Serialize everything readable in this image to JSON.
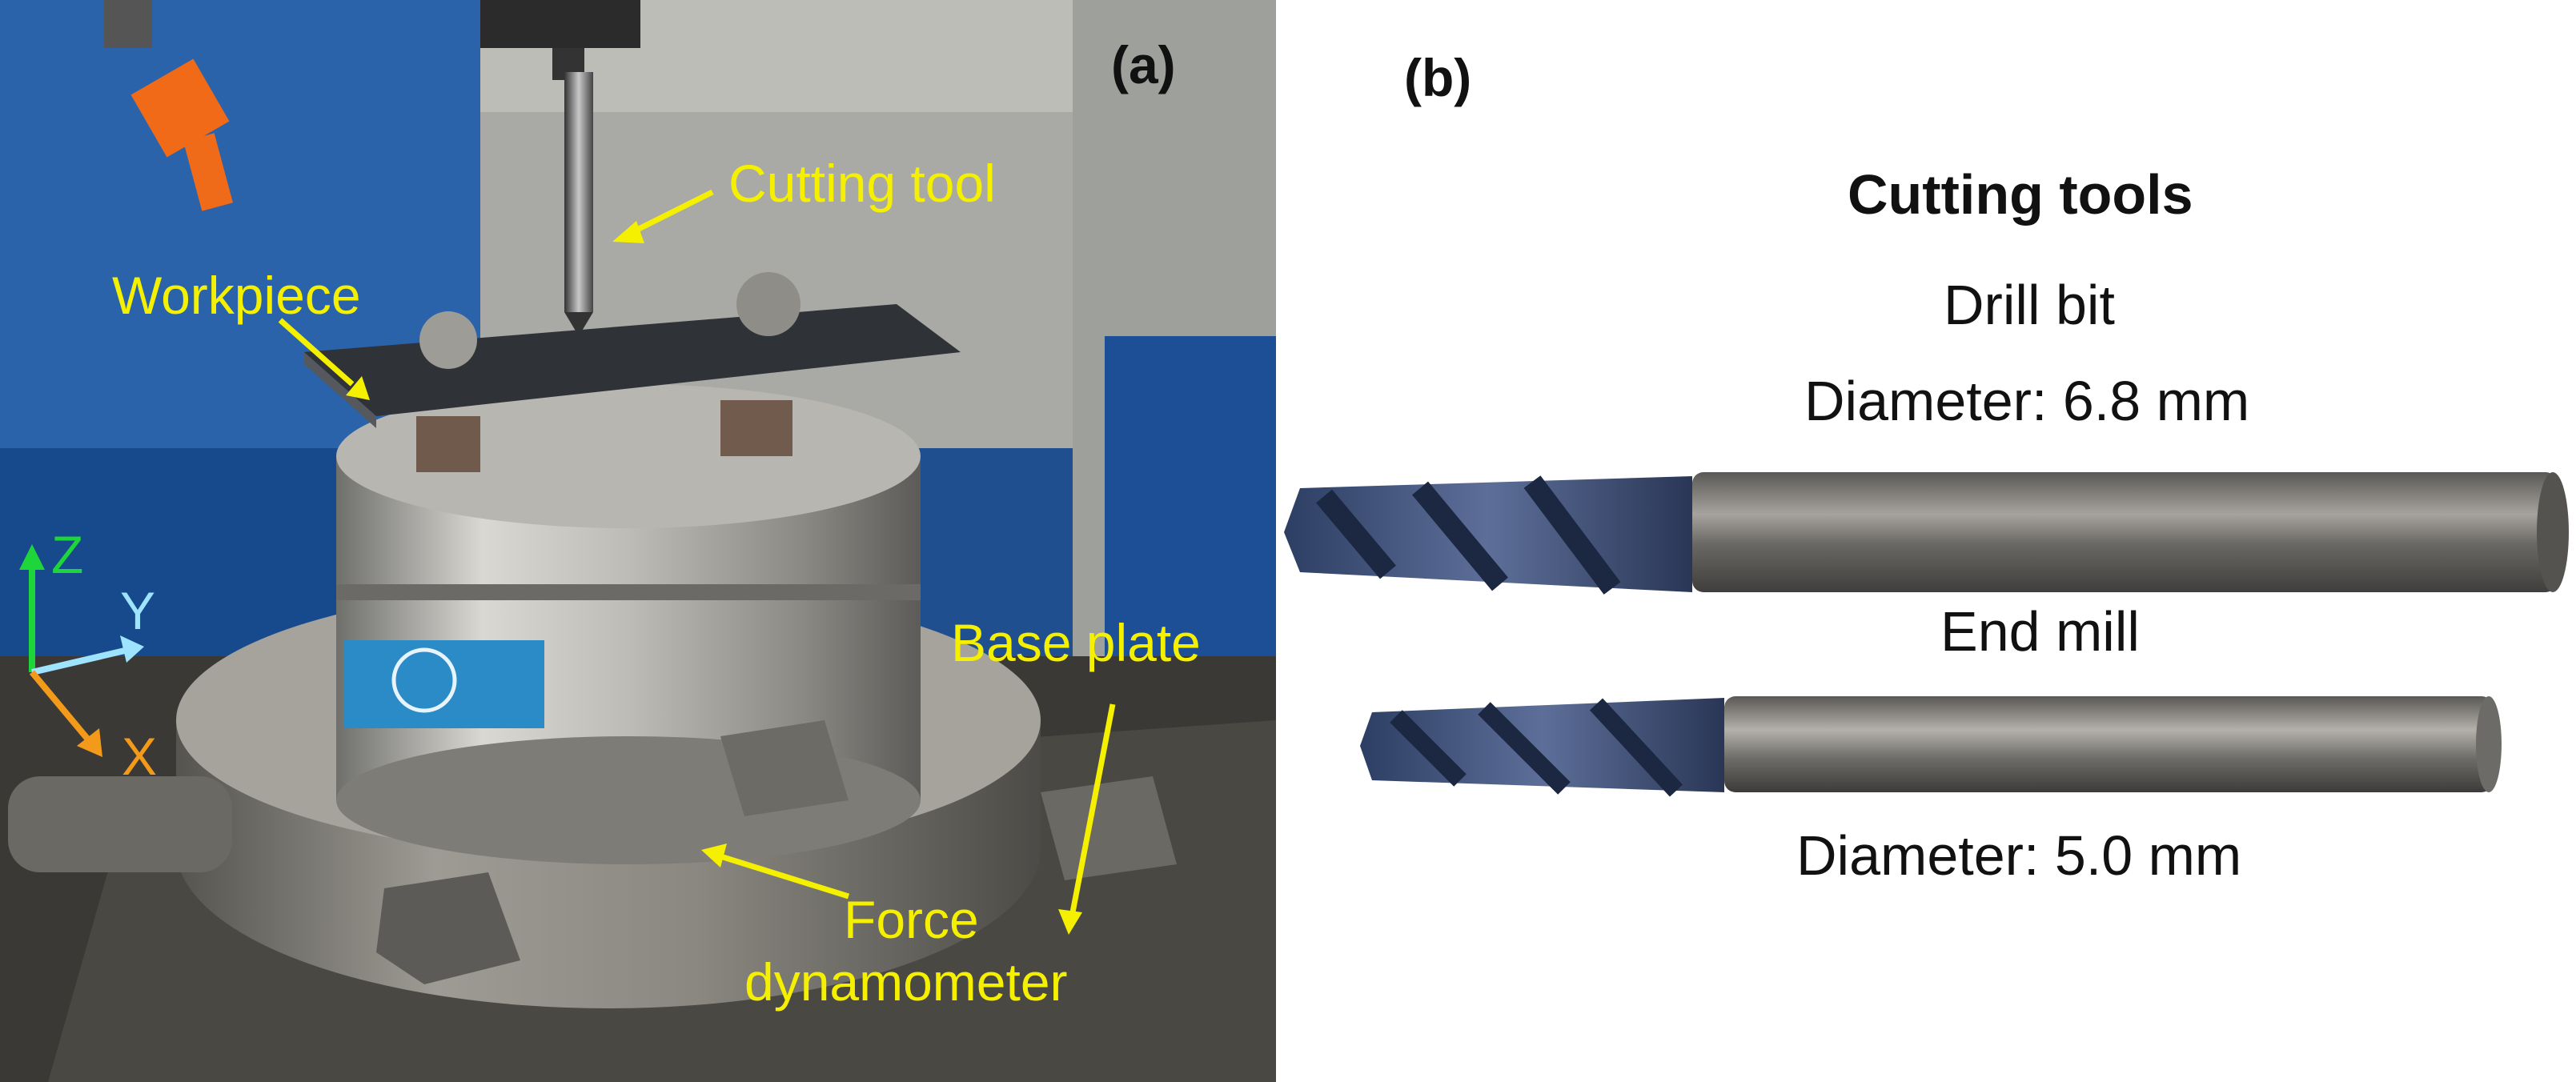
{
  "panel_a": {
    "tag": "(a)",
    "labels": {
      "cutting_tool": "Cutting tool",
      "workpiece": "Workpiece",
      "base_plate": "Base plate",
      "force_line1": "Force",
      "force_line2": "dynamometer"
    },
    "axes": {
      "z": "Z",
      "y": "Y",
      "x": "X"
    },
    "colors": {
      "label": "#f5f000",
      "z_axis": "#1fd63a",
      "y_axis": "#9fe4ff",
      "x_axis": "#f39a1a"
    }
  },
  "panel_b": {
    "tag": "(b)",
    "title": "Cutting tools",
    "drill_name": "Drill bit",
    "drill_diameter": "Diameter: 6.8 mm",
    "mill_name": "End mill",
    "mill_diameter": "Diameter: 5.0 mm"
  }
}
